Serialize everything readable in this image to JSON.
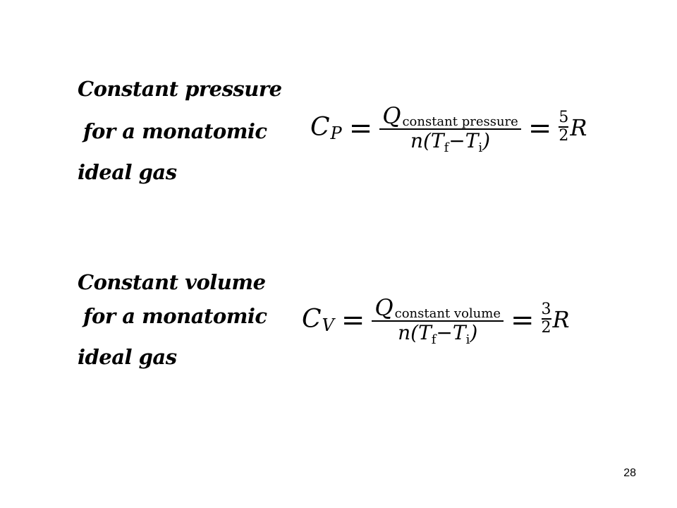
{
  "sections": [
    {
      "label_lines": [
        "Constant pressure",
        "for a monatomic",
        "ideal gas"
      ],
      "equation": {
        "lhs_symbol": "C",
        "lhs_subscript": "P",
        "equals": "=",
        "numerator_symbol": "Q",
        "numerator_subscript": "constant pressure",
        "denominator_prefix": "n(T",
        "denominator_sub_f": "f",
        "denominator_minus": "−T",
        "denominator_sub_i": "i",
        "denominator_suffix": ")",
        "equals2": "=",
        "coef_numerator": "5",
        "coef_denominator": "2",
        "rhs_symbol": "R"
      }
    },
    {
      "label_lines": [
        "Constant volume",
        "for a monatomic",
        "ideal gas"
      ],
      "equation": {
        "lhs_symbol": "C",
        "lhs_subscript": "V",
        "equals": "=",
        "numerator_symbol": "Q",
        "numerator_subscript": "constant volume",
        "denominator_prefix": "n(T",
        "denominator_sub_f": "f",
        "denominator_minus": "−T",
        "denominator_sub_i": "i",
        "denominator_suffix": ")",
        "equals2": "=",
        "coef_numerator": "3",
        "coef_denominator": "2",
        "rhs_symbol": "R"
      }
    }
  ],
  "page_number": "28"
}
